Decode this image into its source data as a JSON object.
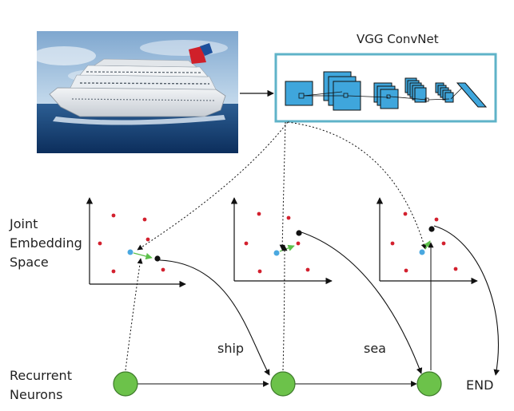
{
  "convnet": {
    "title": "VGG ConvNet"
  },
  "embedding": {
    "label_lines": [
      "Joint",
      "Embedding",
      "Space"
    ],
    "panel_count": 3
  },
  "rnn": {
    "label_lines": [
      "Recurrent",
      "Neurons"
    ],
    "words": [
      "ship",
      "sea"
    ],
    "end_token": "END"
  },
  "colors": {
    "convnet_border": "#5fb3c8",
    "feature_map_fill": "#3fa6dc",
    "neuron_fill": "#6cc24a",
    "neuron_stroke": "#3d7a2a",
    "embedding_point": "#d3202e",
    "image_point": "#4aa8e0",
    "word_point": "#111111",
    "transition_arrow": "#5cc04a",
    "line": "#111111"
  },
  "image": {
    "subject": "cruise ship at sea"
  }
}
